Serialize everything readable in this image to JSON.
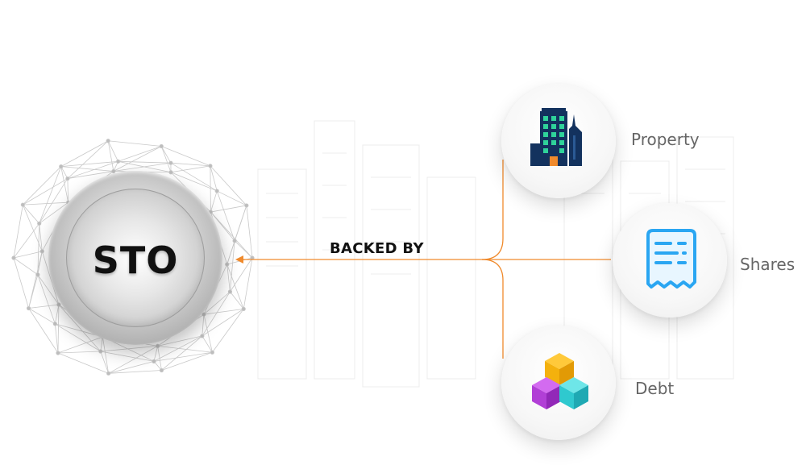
{
  "center": {
    "label": "STO"
  },
  "connector_label": "BACKED BY",
  "assets": [
    {
      "label": "Property",
      "icon": "building-icon"
    },
    {
      "label": "Shares",
      "icon": "document-icon"
    },
    {
      "label": "Debt",
      "icon": "cubes-icon"
    }
  ],
  "colors": {
    "connector": "#f08a2c",
    "building": "#13325e",
    "windows": "#2fd39a",
    "door": "#f08a2c",
    "document": "#2aa6f2",
    "cube_top": "#f4b10d",
    "cube_left": "#b13fd6",
    "cube_right": "#2fc9cf"
  }
}
